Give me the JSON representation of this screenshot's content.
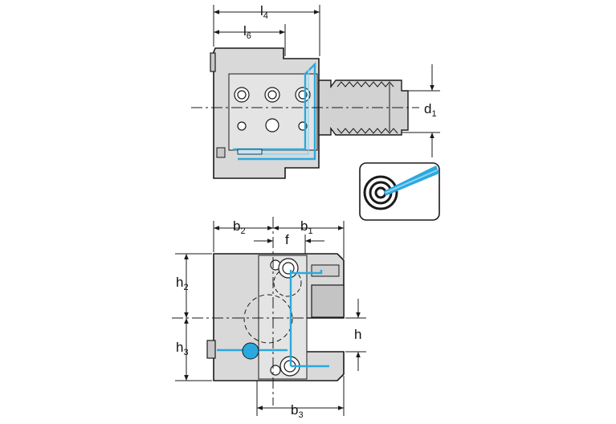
{
  "labels": {
    "l4": {
      "main": "l",
      "sub": "4"
    },
    "l6": {
      "main": "l",
      "sub": "6"
    },
    "d1": {
      "main": "d",
      "sub": "1"
    },
    "b2": {
      "main": "b",
      "sub": "2"
    },
    "b1": {
      "main": "b",
      "sub": "1"
    },
    "f": "f",
    "h2": {
      "main": "h",
      "sub": "2"
    },
    "h3": {
      "main": "h",
      "sub": "3"
    },
    "h": "h",
    "b3": {
      "main": "b",
      "sub": "3"
    }
  },
  "icons": [
    "coolant-target-icon"
  ],
  "colors": {
    "line": "#1a1a1a",
    "body_fill": "#d9d9d9",
    "body_dark": "#b8b8b8",
    "coolant": "#2aa9e0",
    "coolant_light": "#8fd3f2"
  }
}
